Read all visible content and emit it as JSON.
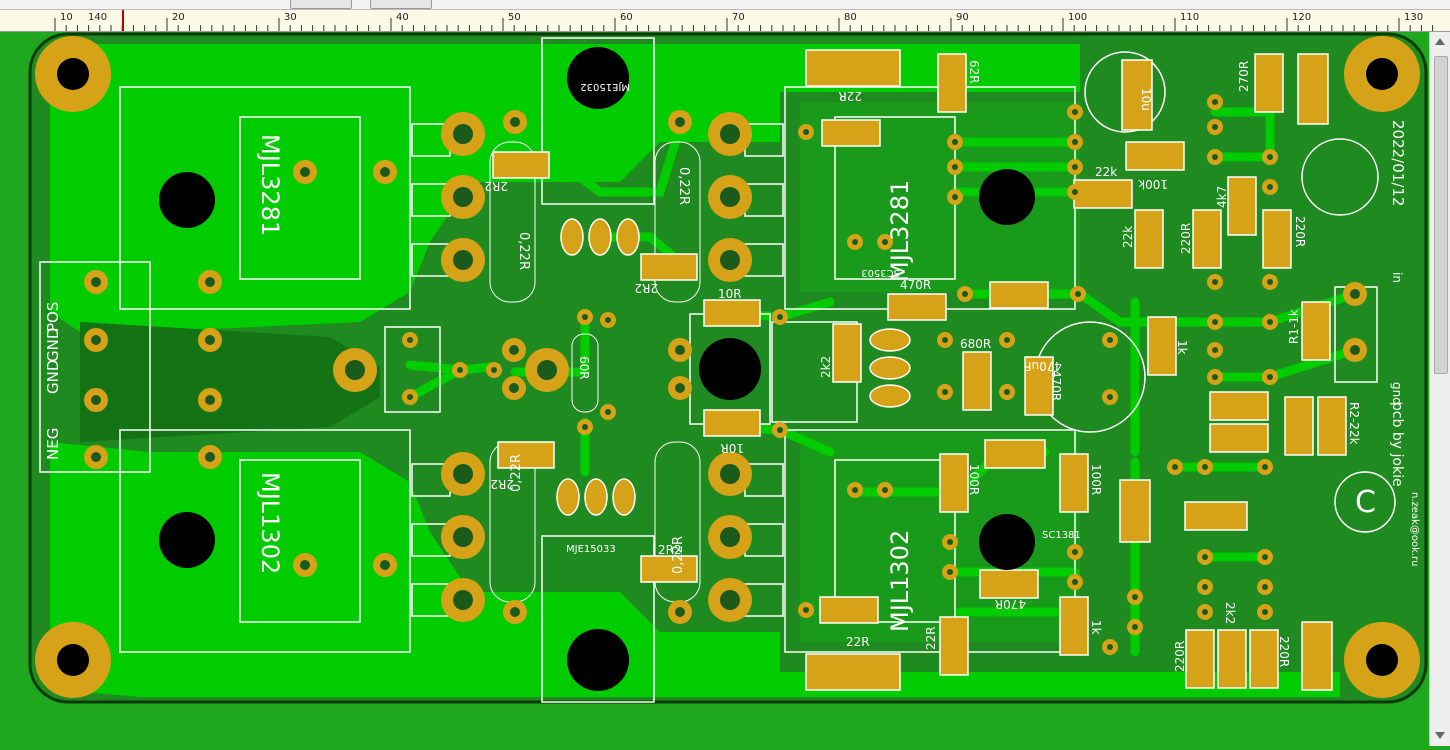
{
  "ruler": {
    "labels": [
      "10",
      "140",
      "20",
      "30",
      "40",
      "50",
      "60",
      "70",
      "80",
      "90",
      "100",
      "110",
      "120",
      "130"
    ]
  },
  "colors": {
    "copper_plane": "#00cc00",
    "board_base": "#1f8a1f",
    "dark_zone": "#147314",
    "pad": "#d6a318",
    "silkscreen": "#ffffff",
    "trace": "#00cc00"
  },
  "silk": {
    "tr_top_left": "MJL3281",
    "tr_bottom_left": "MJL1302",
    "tr_top_right": "MJL3281",
    "tr_bottom_right": "MJL1302",
    "r_2r2_a": "2R2",
    "r_2r2_b": "2R2",
    "r_2r2_c": "2R2",
    "r_2r2_d": "2R2",
    "r_10r_a": "10R",
    "r_10r_b": "10R",
    "r_60r": "60R",
    "r_62r": "62R",
    "r_22r_a": "22R",
    "r_22r_b": "22R",
    "r_22r_c": "22R",
    "r_470r_a": "470R",
    "r_470r_b": "470R",
    "r_470r_c": "470R",
    "r_680r": "680R",
    "r_100r_a": "100R",
    "r_100r_b": "100R",
    "r_22k_a": "22k",
    "r_22k_b": "22k",
    "r_100k": "100k",
    "r_4k7": "4k7",
    "r_220r_a": "220R",
    "r_220r_b": "220R",
    "r_220r_c": "220R",
    "r_220r_d": "220R",
    "r_270r": "270R",
    "r_1k_a": "1k",
    "r_1k_b": "1k",
    "r_2k2_a": "2k2",
    "r_2k2_b": "2k2",
    "r1_1k": "R1-1k",
    "r2_22k": "R2-22k",
    "c_10u": "10u",
    "c_470uf": "470uF",
    "zero22_a": "0,22R",
    "zero22_b": "0,22R",
    "zero22_c": "0,22R",
    "zero22_d": "0,22R",
    "mje_top": "MJE15032",
    "mje_bottom": "MJE15033",
    "sc_top": "SC3503",
    "sc_bottom": "SC1381",
    "conn_gnd_a": "GND",
    "conn_gnd_b": "GND",
    "conn_pos": "POS",
    "conn_neg": "NEG",
    "credit": "pcb by jokie",
    "credit_sub": "n.zeak@ook.ru",
    "in_label": "in",
    "gnd_small": "gnd",
    "date": "2022/01/12",
    "copyright": "C"
  }
}
